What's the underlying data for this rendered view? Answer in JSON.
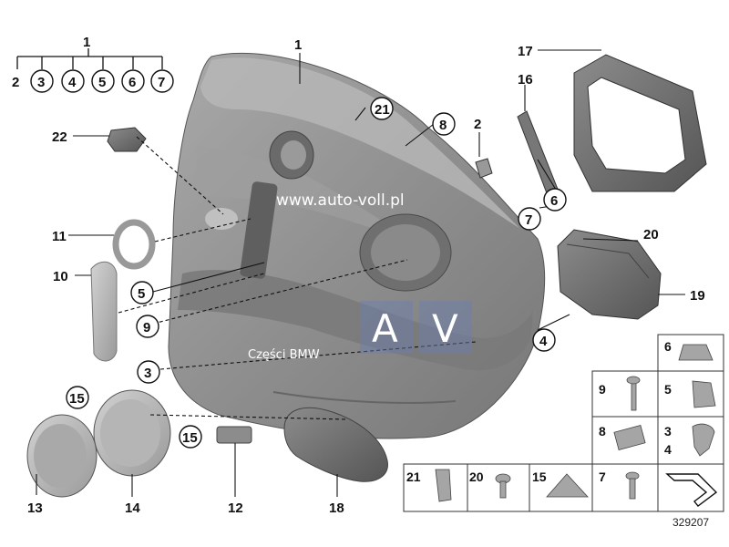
{
  "watermark": {
    "url": "www.auto-voll.pl",
    "brand": "Części BMW",
    "logo_letter_a": "A",
    "logo_letter_v": "V"
  },
  "reference_number": "329207",
  "callouts": {
    "c1_top": "1",
    "c2": "2",
    "c3": "3",
    "c4": "4",
    "c5": "5",
    "c6": "6",
    "c7": "7",
    "main_door_panel": "1",
    "screw_cover_21": "21",
    "door_top_8": "8",
    "clip_2": "2",
    "bracket_22": "22",
    "ring_11": "11",
    "handle_10": "10",
    "clip_5": "5",
    "clip_9": "9",
    "clip_3": "3",
    "grille_15_left": "15",
    "grille_13": "13",
    "speaker_14": "14",
    "grille_15_mid": "15",
    "clip_12": "12",
    "armrest_18": "18",
    "cover_17": "17",
    "seal_16": "16",
    "clip_6": "6",
    "clip_7": "7",
    "bracket_20": "20",
    "handle_19": "19",
    "clip_4": "4"
  },
  "parts_table": {
    "right_col": [
      "6",
      "9",
      "5",
      "8",
      "3",
      "4"
    ],
    "bottom_row": [
      "21",
      "20",
      "15",
      "7"
    ]
  }
}
